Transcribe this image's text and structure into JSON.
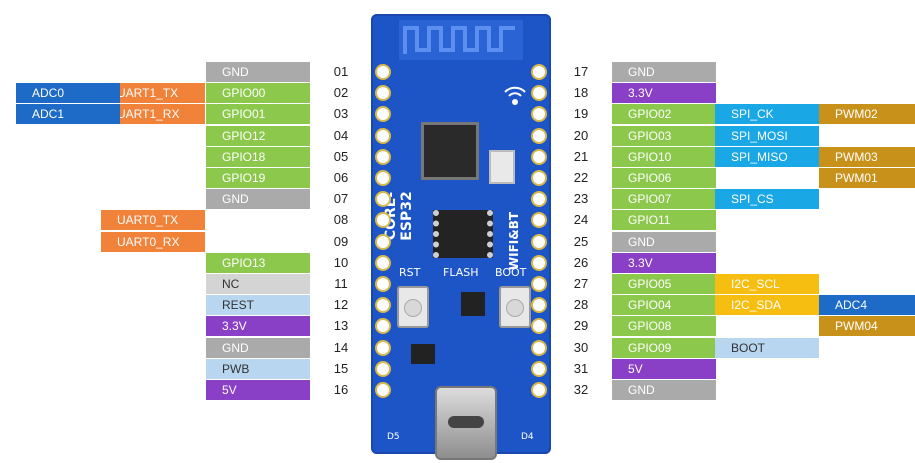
{
  "pin_colors": {
    "gnd": "#aaaaaa",
    "gpio": "#8cc84b",
    "power": "#8a3fc7",
    "nc": "#d4d4d4",
    "sys": "#b8d6f0",
    "adc": "#1e6ac7",
    "uart": "#f0823a",
    "spi": "#1aa7e6",
    "pwm": "#c8921a",
    "i2c": "#f6be10"
  },
  "left": [
    {
      "num": "01",
      "cells": [
        {
          "text": "GND",
          "type": "gnd"
        }
      ]
    },
    {
      "num": "02",
      "cells": [
        {
          "text": "GPIO00",
          "type": "gpio"
        },
        {
          "text": "UART1_TX",
          "type": "uart"
        },
        {
          "text": "ADC0",
          "type": "adc"
        }
      ]
    },
    {
      "num": "03",
      "cells": [
        {
          "text": "GPIO01",
          "type": "gpio"
        },
        {
          "text": "UART1_RX",
          "type": "uart"
        },
        {
          "text": "ADC1",
          "type": "adc"
        }
      ]
    },
    {
      "num": "04",
      "cells": [
        {
          "text": "GPIO12",
          "type": "gpio"
        }
      ]
    },
    {
      "num": "05",
      "cells": [
        {
          "text": "GPIO18",
          "type": "gpio"
        }
      ]
    },
    {
      "num": "06",
      "cells": [
        {
          "text": "GPIO19",
          "type": "gpio"
        }
      ]
    },
    {
      "num": "07",
      "cells": [
        {
          "text": "GND",
          "type": "gnd"
        }
      ]
    },
    {
      "num": "08",
      "cells": [
        null,
        {
          "text": "UART0_TX",
          "type": "uart"
        }
      ]
    },
    {
      "num": "09",
      "cells": [
        null,
        {
          "text": "UART0_RX",
          "type": "uart"
        }
      ]
    },
    {
      "num": "10",
      "cells": [
        {
          "text": "GPIO13",
          "type": "gpio"
        }
      ]
    },
    {
      "num": "11",
      "cells": [
        {
          "text": "NC",
          "type": "nc"
        }
      ]
    },
    {
      "num": "12",
      "cells": [
        {
          "text": "REST",
          "type": "sys"
        }
      ]
    },
    {
      "num": "13",
      "cells": [
        {
          "text": "3.3V",
          "type": "power"
        }
      ]
    },
    {
      "num": "14",
      "cells": [
        {
          "text": "GND",
          "type": "gnd"
        }
      ]
    },
    {
      "num": "15",
      "cells": [
        {
          "text": "PWB",
          "type": "sys"
        }
      ]
    },
    {
      "num": "16",
      "cells": [
        {
          "text": "5V",
          "type": "power"
        }
      ]
    }
  ],
  "right": [
    {
      "num": "17",
      "cells": [
        {
          "text": "GND",
          "type": "gnd"
        }
      ]
    },
    {
      "num": "18",
      "cells": [
        {
          "text": "3.3V",
          "type": "power"
        }
      ]
    },
    {
      "num": "19",
      "cells": [
        {
          "text": "GPIO02",
          "type": "gpio"
        },
        {
          "text": "SPI_CK",
          "type": "spi"
        },
        {
          "text": "PWM02",
          "type": "pwm"
        }
      ]
    },
    {
      "num": "20",
      "cells": [
        {
          "text": "GPIO03",
          "type": "gpio"
        },
        {
          "text": "SPI_MOSI",
          "type": "spi"
        }
      ]
    },
    {
      "num": "21",
      "cells": [
        {
          "text": "GPIO10",
          "type": "gpio"
        },
        {
          "text": "SPI_MISO",
          "type": "spi"
        },
        {
          "text": "PWM03",
          "type": "pwm"
        }
      ]
    },
    {
      "num": "22",
      "cells": [
        {
          "text": "GPIO06",
          "type": "gpio"
        },
        null,
        {
          "text": "PWM01",
          "type": "pwm"
        }
      ]
    },
    {
      "num": "23",
      "cells": [
        {
          "text": "GPIO07",
          "type": "gpio"
        },
        {
          "text": "SPI_CS",
          "type": "spi"
        }
      ]
    },
    {
      "num": "24",
      "cells": [
        {
          "text": "GPIO11",
          "type": "gpio"
        }
      ]
    },
    {
      "num": "25",
      "cells": [
        {
          "text": "GND",
          "type": "gnd"
        }
      ]
    },
    {
      "num": "26",
      "cells": [
        {
          "text": "3.3V",
          "type": "power"
        }
      ]
    },
    {
      "num": "27",
      "cells": [
        {
          "text": "GPIO05",
          "type": "gpio"
        },
        {
          "text": "I2C_SCL",
          "type": "i2c"
        }
      ]
    },
    {
      "num": "28",
      "cells": [
        {
          "text": "GPIO04",
          "type": "gpio"
        },
        {
          "text": "I2C_SDA",
          "type": "i2c"
        },
        {
          "text": "ADC4",
          "type": "adc"
        }
      ]
    },
    {
      "num": "29",
      "cells": [
        {
          "text": "GPIO08",
          "type": "gpio"
        },
        null,
        {
          "text": "PWM04",
          "type": "pwm"
        }
      ]
    },
    {
      "num": "30",
      "cells": [
        {
          "text": "GPIO09",
          "type": "gpio"
        },
        {
          "text": "BOOT",
          "type": "sys"
        }
      ]
    },
    {
      "num": "31",
      "cells": [
        {
          "text": "5V",
          "type": "power"
        }
      ]
    },
    {
      "num": "32",
      "cells": [
        {
          "text": "GND",
          "type": "gnd"
        }
      ]
    }
  ],
  "board": {
    "model": "CORE-ESP32",
    "wireless": "WIFI&BT",
    "btn_rst": "RST",
    "btn_flash": "FLASH",
    "btn_boot": "BOOT",
    "led_d5": "D5",
    "led_d4": "D4"
  }
}
